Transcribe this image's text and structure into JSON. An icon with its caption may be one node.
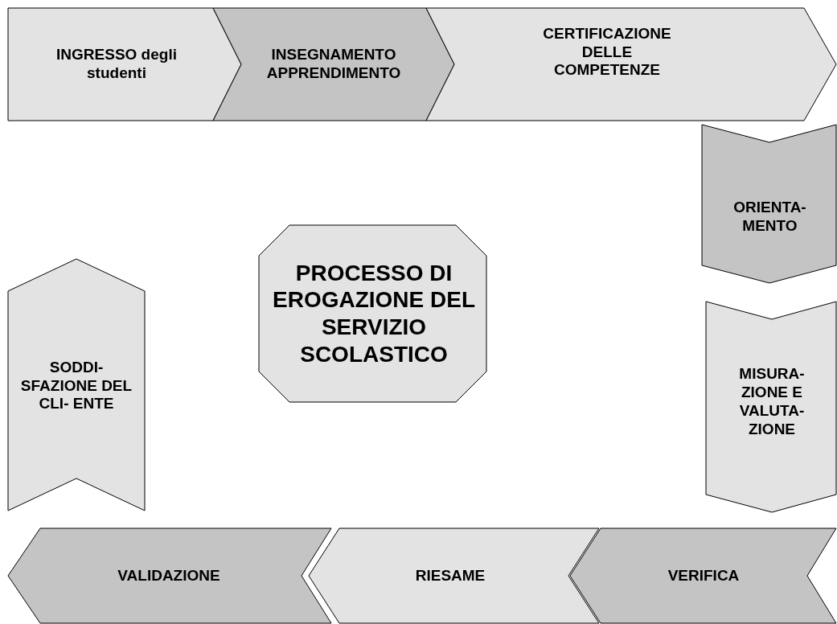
{
  "diagram": {
    "nodes": [
      {
        "text": [
          "INGRESSO degli studenti"
        ]
      },
      {
        "text": [
          "INSEGNAMENTO APPRENDIMENTO"
        ]
      },
      {
        "text": [
          "CERTIFICAZIONE DELLE COMPETENZE"
        ]
      },
      {
        "text": [
          "ORIENTA- MENTO"
        ]
      },
      {
        "text": [
          "PROCESSO DI EROGAZIONE DEL SERVIZIO SCOLASTICO"
        ]
      },
      {
        "text": [
          "SODDI- SFAZIONE DEL CLI- ENTE"
        ]
      },
      {
        "text": [
          "MISURA- ZIONE E VALUTA- ZIONE"
        ]
      },
      {
        "text": [
          "VALIDAZIONE"
        ]
      },
      {
        "text": [
          "RIESAME"
        ]
      },
      {
        "text": [
          "VERIFICA"
        ]
      }
    ]
  }
}
